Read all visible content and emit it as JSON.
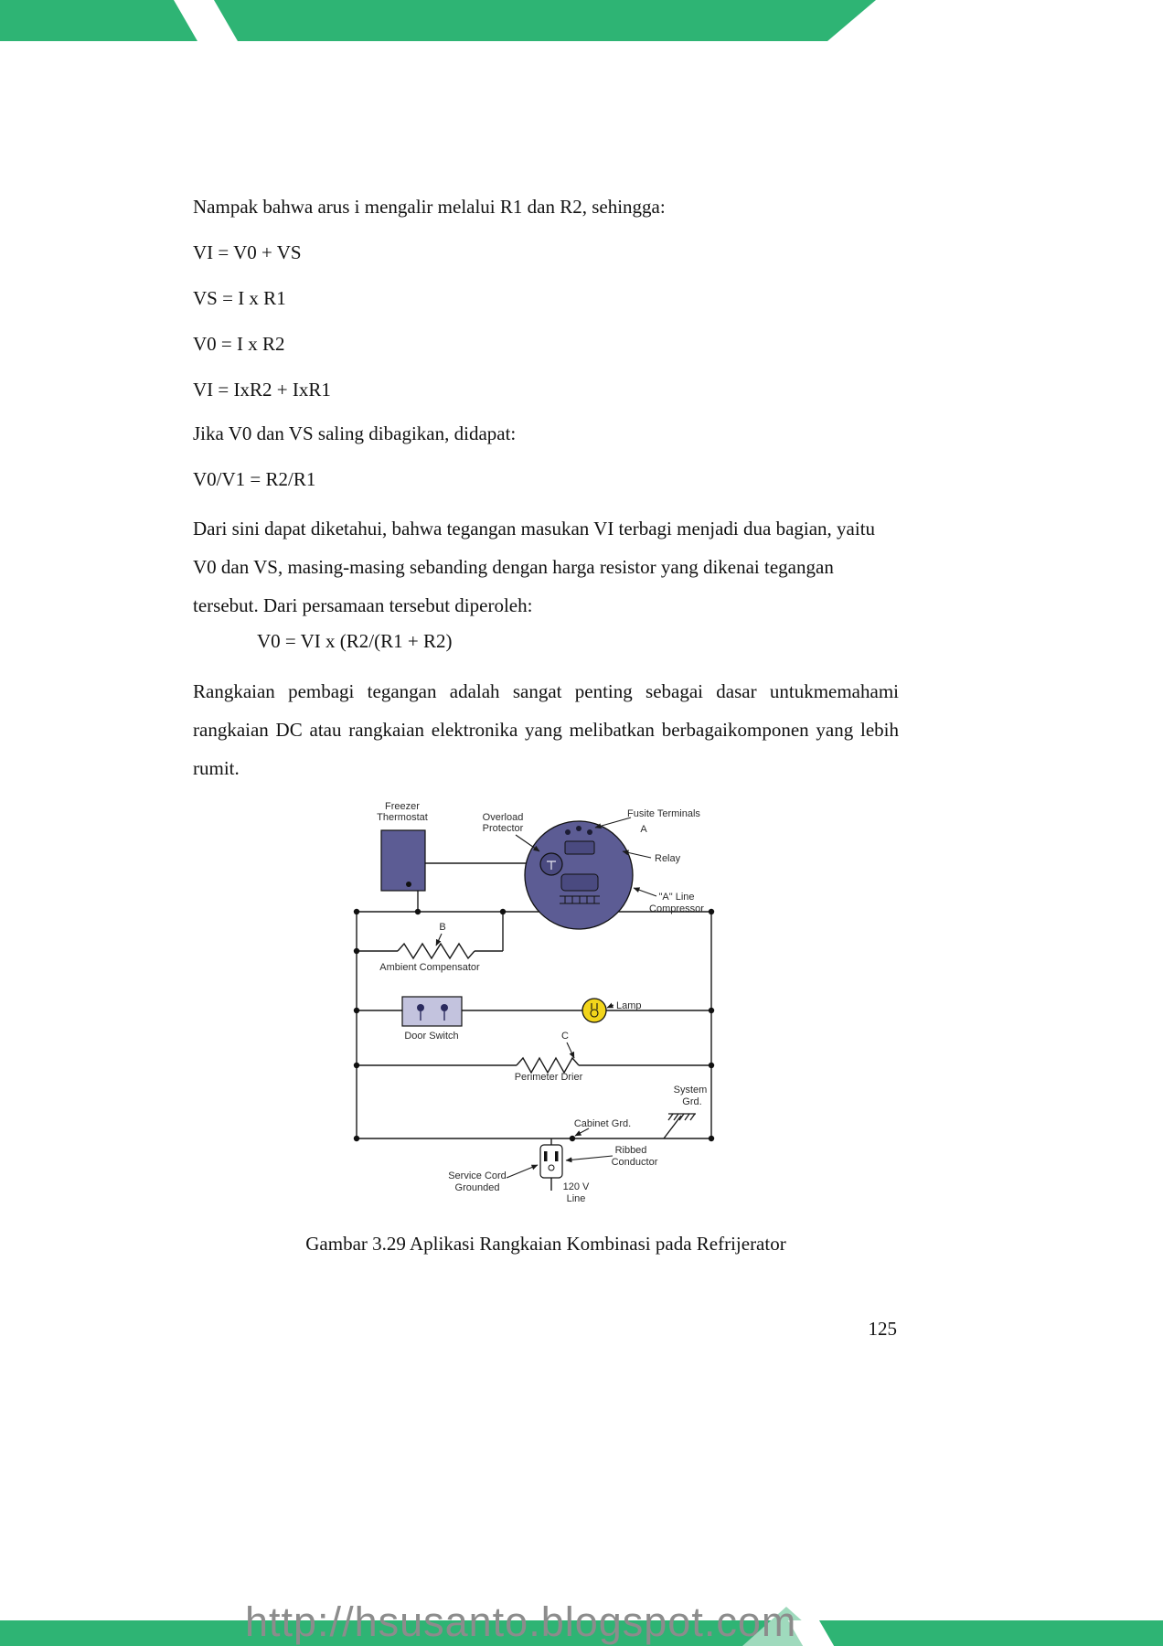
{
  "theme": {
    "band_green": "#2eb474",
    "band_green_light": "#9fdabd",
    "watermark_color": "#8c8c8c"
  },
  "content": {
    "para1": "Nampak bahwa arus i mengalir melalui R1 dan R2, sehingga:",
    "eq1": "VI = V0 + VS",
    "eq2": "VS = I x R1",
    "eq3": "V0 = I x R2",
    "eq4": "VI = IxR2 + IxR1",
    "para2": "Jika V0 dan VS saling dibagikan, didapat:",
    "eq5": "V0/V1 = R2/R1",
    "para3": "Dari sini dapat diketahui, bahwa tegangan masukan VI terbagi menjadi dua bagian, yaitu V0 dan VS, masing-masing sebanding dengan harga resistor yang dikenai tegangan tersebut. Dari persamaan tersebut diperoleh:",
    "eq6": "V0 = VI x (R2/(R1 + R2)",
    "para4": "Rangkaian pembagi tegangan adalah sangat penting sebagai dasar untukmemahami rangkaian DC atau rangkaian elektronika yang melibatkan berbagaikomponen yang lebih rumit.",
    "caption": "Gambar 3.29 Aplikasi Rangkaian Kombinasi pada Refrijerator",
    "page_number": "125",
    "watermark": "http://hsusanto.blogspot.com"
  },
  "diagram": {
    "labels": {
      "freezer_1": "Freezer",
      "freezer_2": "Thermostat",
      "overload_1": "Overload",
      "overload_2": "Protector",
      "fusite": "Fusite Terminals",
      "fusite_a": "A",
      "relay": "Relay",
      "aline_1": "\"A\" Line",
      "aline_2": "Compressor",
      "b": "B",
      "ambient": "Ambient Compensator",
      "door": "Door Switch",
      "lamp": "Lamp",
      "c": "C",
      "drier": "Perimeter Drier",
      "system_1": "System",
      "system_2": "Grd.",
      "cabinet": "Cabinet Grd.",
      "ribbed_1": "Ribbed",
      "ribbed_2": "Conductor",
      "service_1": "Service Cord",
      "service_2": "Grounded",
      "v120_1": "120 V",
      "v120_2": "Line"
    },
    "colors": {
      "component_fill": "#5c5c94",
      "component_dark": "#4a4a80",
      "switch_fill": "#c3c3de",
      "lamp_fill": "#f2d51b",
      "wire": "#1a1a1a"
    }
  }
}
